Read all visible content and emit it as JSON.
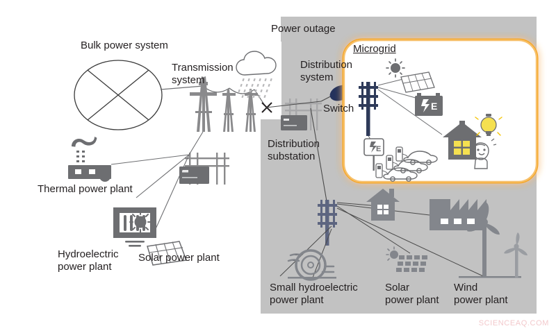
{
  "diagram": {
    "title_left": "Bulk power system",
    "watermark": "SCIENCEAQ.COM",
    "colors": {
      "outage_panel": "#c2c2c2",
      "microgrid_fill": "#ffffff",
      "microgrid_border": "#f5a623",
      "icon_gray": "#6d6e71",
      "pole_navy": "#2e3a59",
      "switch_navy": "#24325c",
      "line_gray": "#58595b",
      "text": "#231f20",
      "window_yellow": "#f5e050",
      "watermark_pink": "#f3c9cc"
    }
  },
  "labels": {
    "bulk_power_system": "Bulk power system",
    "transmission_system_l1": "Transmission",
    "transmission_system_l2": "system",
    "thermal_power_plant": "Thermal power plant",
    "hydroelectric_l1": "Hydroelectric",
    "hydroelectric_l2": "power plant",
    "solar_power_plant_left": "Solar power plant",
    "power_outage": "Power outage",
    "distribution_system_l1": "Distribution",
    "distribution_system_l2": "system",
    "switch": "Switch",
    "distribution_substation_l1": "Distribution",
    "distribution_substation_l2": "substation",
    "microgrid": "Microgrid",
    "small_hydro_l1": "Small hydroelectric",
    "small_hydro_l2": "power plant",
    "solar_right_l1": "Solar",
    "solar_right_l2": "power plant",
    "wind_l1": "Wind",
    "wind_l2": "power plant",
    "fault_marker": "X",
    "battery_letter": "E",
    "ev_charger_letter": "E"
  },
  "icons": {
    "bulk_power_system": "circle-with-cross-icon",
    "transmission_tower": "transmission-tower-icon",
    "rain_cloud": "rain-cloud-icon",
    "fault": "fault-x-icon",
    "thermal_plant": "thermal-power-plant-icon",
    "hydro_plant": "hydroelectric-dam-icon",
    "solar_panel": "solar-panel-icon",
    "sun": "sun-icon",
    "substation": "substation-icon",
    "switch": "switch-ellipse-icon",
    "utility_pole": "utility-pole-icon",
    "battery": "battery-storage-icon",
    "ev_charger": "ev-charging-station-icon",
    "electric_car": "electric-car-icon",
    "house": "house-icon",
    "light_bulb": "light-bulb-icon",
    "person": "smiling-person-icon",
    "factory": "factory-icon",
    "small_hydro_turbine": "water-turbine-icon",
    "wind_turbine": "wind-turbine-icon"
  }
}
